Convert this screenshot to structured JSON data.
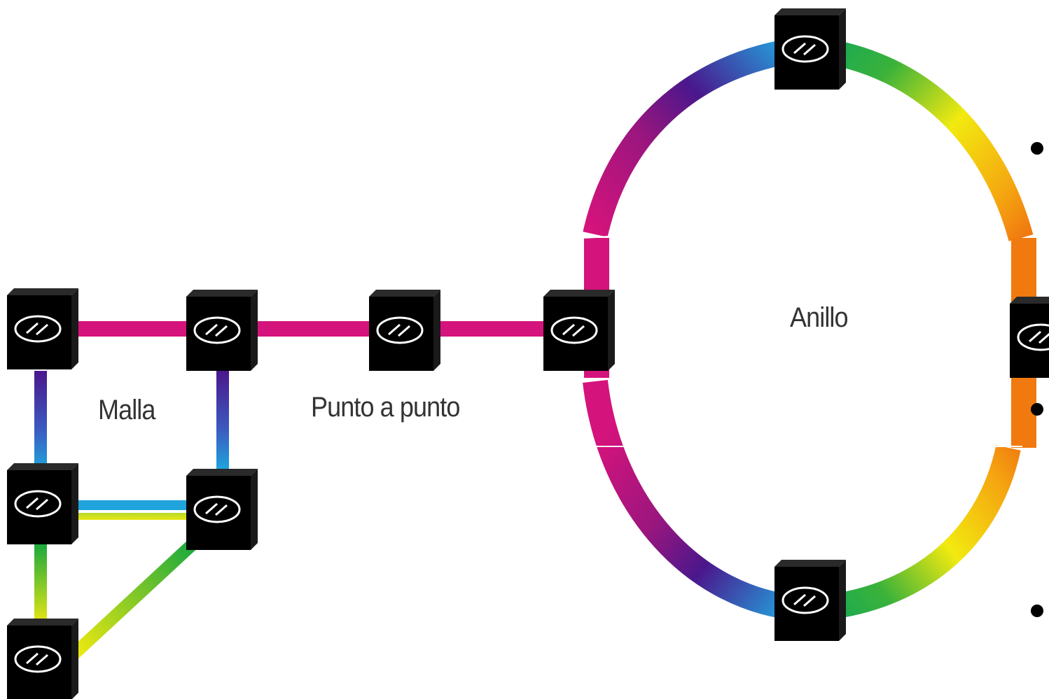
{
  "labels": {
    "mesh": "Malla",
    "point_to_point": "Punto a punto",
    "ring": "Anillo"
  },
  "colors": {
    "magenta": "#d4137c",
    "purple": "#4a178c",
    "blue": "#1fa3dc",
    "green": "#1faa3c",
    "yellow": "#f2ea10",
    "orange": "#f07a10",
    "device": "#000000",
    "label": "#333333"
  },
  "icons": {
    "node": "router-icon",
    "bullet": "bullet-icon"
  }
}
